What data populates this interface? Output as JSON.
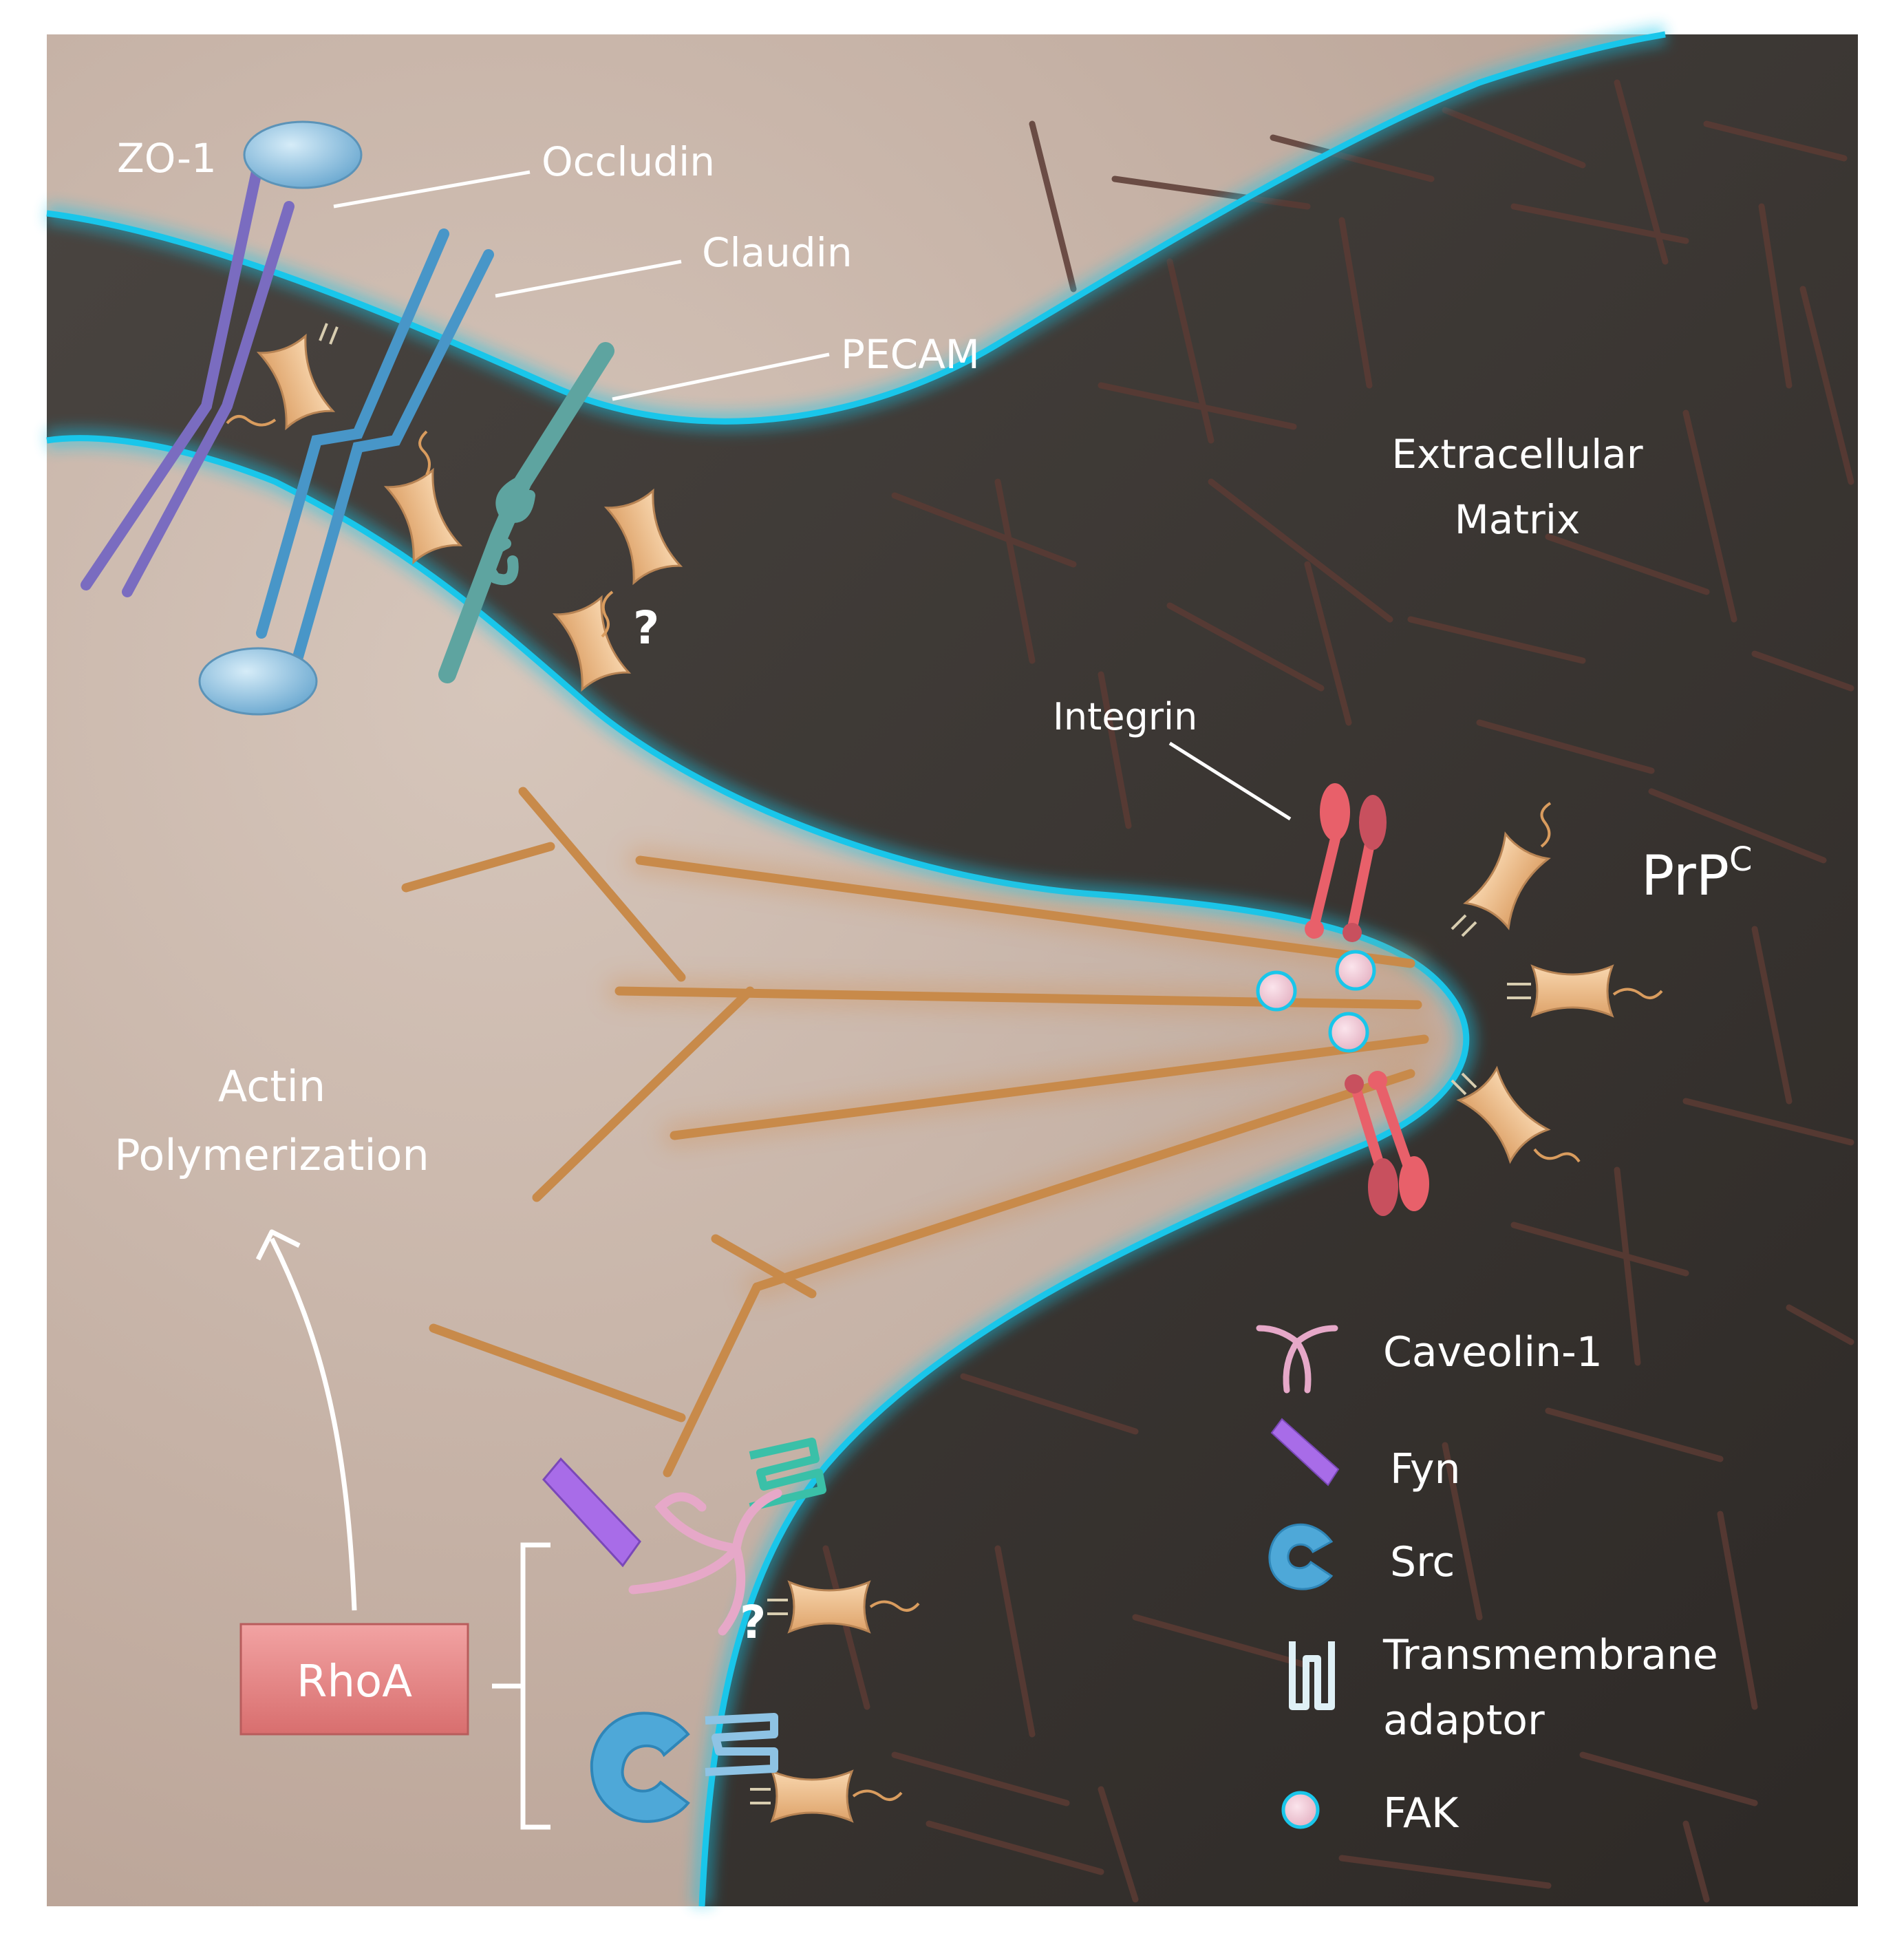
{
  "labels": {
    "zo1": "ZO-1",
    "occludin": "Occludin",
    "claudin": "Claudin",
    "pecam": "PECAM",
    "ecm_line1": "Extracellular",
    "ecm_line2": "Matrix",
    "integrin": "Integrin",
    "prpc_main": "PrP",
    "prpc_sup": "C",
    "actin_line1": "Actin",
    "actin_line2": "Polymerization",
    "rhoa": "RhoA",
    "question": "?"
  },
  "legend": [
    {
      "icon": "caveolin-icon",
      "label": "Caveolin-1"
    },
    {
      "icon": "fyn-icon",
      "label": "Fyn"
    },
    {
      "icon": "src-icon",
      "label": "Src"
    },
    {
      "icon": "transmembrane-adaptor-icon",
      "label_line1": "Transmembrane",
      "label_line2": "adaptor"
    },
    {
      "icon": "fak-icon",
      "label": "FAK"
    }
  ],
  "colors": {
    "cytoplasm": "#c4afa3",
    "matrix": "#3b3632",
    "membrane": "#19c6ea",
    "prion": "#f0c08c",
    "actin": "#c88a4a",
    "integrin": "#e8606a",
    "rhoa": "#e98c8c",
    "src": "#4ea8d8",
    "fyn": "#a86ce8",
    "caveolin": "#e6a8c8",
    "zo1": "#8ec3e4",
    "occludin": "#7a6cc0",
    "claudin": "#4896c8",
    "pecam": "#5ea4a0"
  }
}
